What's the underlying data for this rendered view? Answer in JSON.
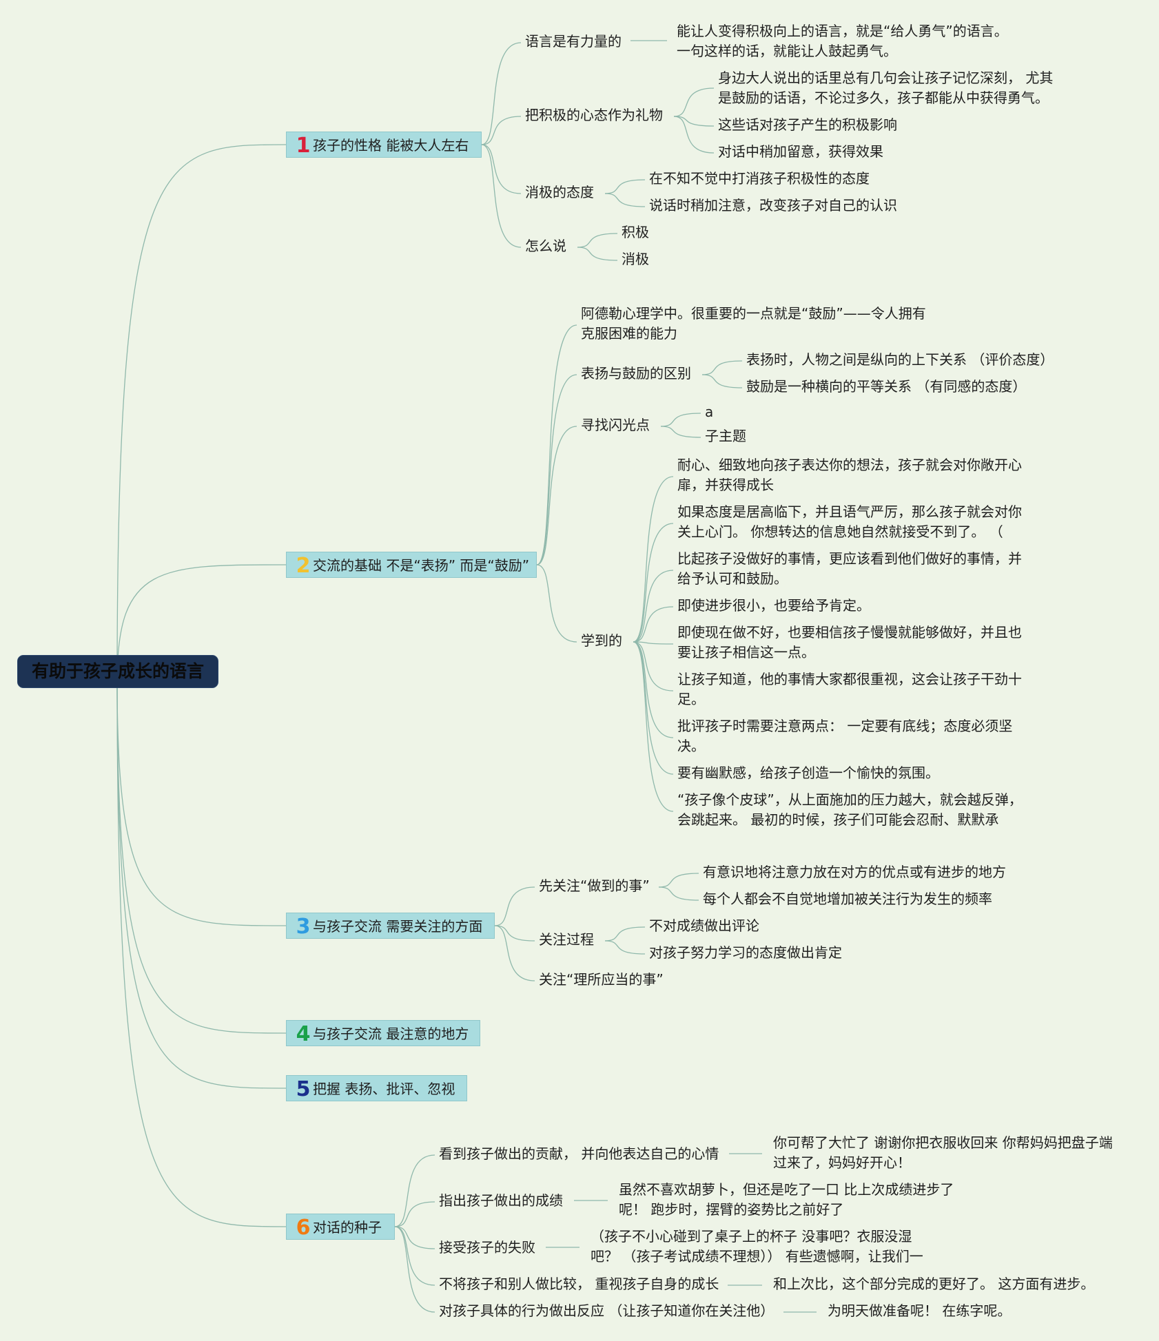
{
  "root": "有助于孩子成长的语言",
  "colors": {
    "line": "#8fb8ab",
    "num1": "#d9203a",
    "num2": "#f2c12e",
    "num3": "#2e9be0",
    "num4": "#1aa14a",
    "num5": "#1b2f8c",
    "num6": "#f07a12"
  },
  "b1": {
    "num": "1",
    "label": "孩子的性格 能被大人左右",
    "c1": {
      "label": "语言是有力量的",
      "leaf": [
        "能让人变得积极向上的语言，就是“给人勇气”的语言。",
        "一句这样的话，就能让人鼓起勇气。"
      ]
    },
    "c2": {
      "label": "把积极的心态作为礼物",
      "leaf1": [
        "身边大人说出的话里总有几句会让孩子记忆深刻，  尤其",
        "是鼓励的话语，不论过多久，孩子都能从中获得勇气。"
      ],
      "leaf2": "这些话对孩子产生的积极影响",
      "leaf3": "对话中稍加留意，获得效果"
    },
    "c3": {
      "label": "消极的态度",
      "leaf1": "在不知不觉中打消孩子积极性的态度",
      "leaf2": "说话时稍加注意，改变孩子对自己的认识"
    },
    "c4": {
      "label": "怎么说",
      "leaf1": "积极",
      "leaf2": "消极"
    }
  },
  "b2": {
    "num": "2",
    "label": "交流的基础 不是“表扬” 而是“鼓励”",
    "c1": [
      "阿德勒心理学中。很重要的一点就是“鼓励”——令人拥有",
      "克服困难的能力"
    ],
    "c2": {
      "label": "表扬与鼓励的区别",
      "leaf1": "表扬时，人物之间是纵向的上下关系  （评价态度）",
      "leaf2": "鼓励是一种横向的平等关系  （有同感的态度）"
    },
    "c3": {
      "label": "寻找闪光点",
      "leaf1": "a",
      "leaf2": "子主题"
    },
    "c4": {
      "label": "学到的",
      "leaves": [
        [
          "耐心、细致地向孩子表达你的想法，孩子就会对你敞开心",
          "扉，并获得成长"
        ],
        [
          "如果态度是居高临下，并且语气严厉，那么孩子就会对你",
          "关上心门。 你想转达的信息她自然就接受不到了。  （"
        ],
        [
          "比起孩子没做好的事情，更应该看到他们做好的事情，并",
          "给予认可和鼓励。"
        ],
        [
          "即使进步很小，也要给予肯定。"
        ],
        [
          "即使现在做不好，也要相信孩子慢慢就能够做好，并且也",
          "要让孩子相信这一点。"
        ],
        [
          "让孩子知道，他的事情大家都很重视，这会让孩子干劲十",
          "足。"
        ],
        [
          "批评孩子时需要注意两点：  一定要有底线；态度必须坚",
          "决。"
        ],
        [
          "要有幽默感，给孩子创造一个愉快的氛围。"
        ],
        [
          "“孩子像个皮球”，从上面施加的压力越大，就会越反弹，",
          "会跳起来。  最初的时候，孩子们可能会忍耐、默默承"
        ]
      ]
    }
  },
  "b3": {
    "num": "3",
    "label": "与孩子交流 需要关注的方面",
    "c1": {
      "label": "先关注“做到的事”",
      "leaf1": "有意识地将注意力放在对方的优点或有进步的地方",
      "leaf2": "每个人都会不自觉地增加被关注行为发生的频率"
    },
    "c2": {
      "label": "关注过程",
      "leaf1": "不对成绩做出评论",
      "leaf2": "对孩子努力学习的态度做出肯定"
    },
    "c3": "关注“理所应当的事”"
  },
  "b4": {
    "num": "4",
    "label": "与孩子交流 最注意的地方"
  },
  "b5": {
    "num": "5",
    "label": "把握 表扬、批评、忽视"
  },
  "b6": {
    "num": "6",
    "label": "对话的种子",
    "c1": {
      "label": "看到孩子做出的贡献，  并向他表达自己的心情",
      "leaf": [
        "你可帮了大忙了 谢谢你把衣服收回来 你帮妈妈把盘子端",
        "过来了，妈妈好开心！"
      ]
    },
    "c2": {
      "label": "指出孩子做出的成绩",
      "leaf": [
        "虽然不喜欢胡萝卜，但还是吃了一口 比上次成绩进步了",
        "呢！  跑步时，摆臂的姿势比之前好了"
      ]
    },
    "c3": {
      "label": "接受孩子的失败",
      "leaf": [
        "（孩子不小心碰到了桌子上的杯子 没事吧？衣服没湿",
        "吧？  （孩子考试成绩不理想））  有些遗憾啊，让我们一"
      ]
    },
    "c4": {
      "label": "不将孩子和别人做比较，  重视孩子自身的成长",
      "leaf": "和上次比，这个部分完成的更好了。  这方面有进步。"
    },
    "c5": {
      "label": "对孩子具体的行为做出反应  （让孩子知道你在关注他）",
      "leaf": "为明天做准备呢！  在练字呢。"
    }
  }
}
